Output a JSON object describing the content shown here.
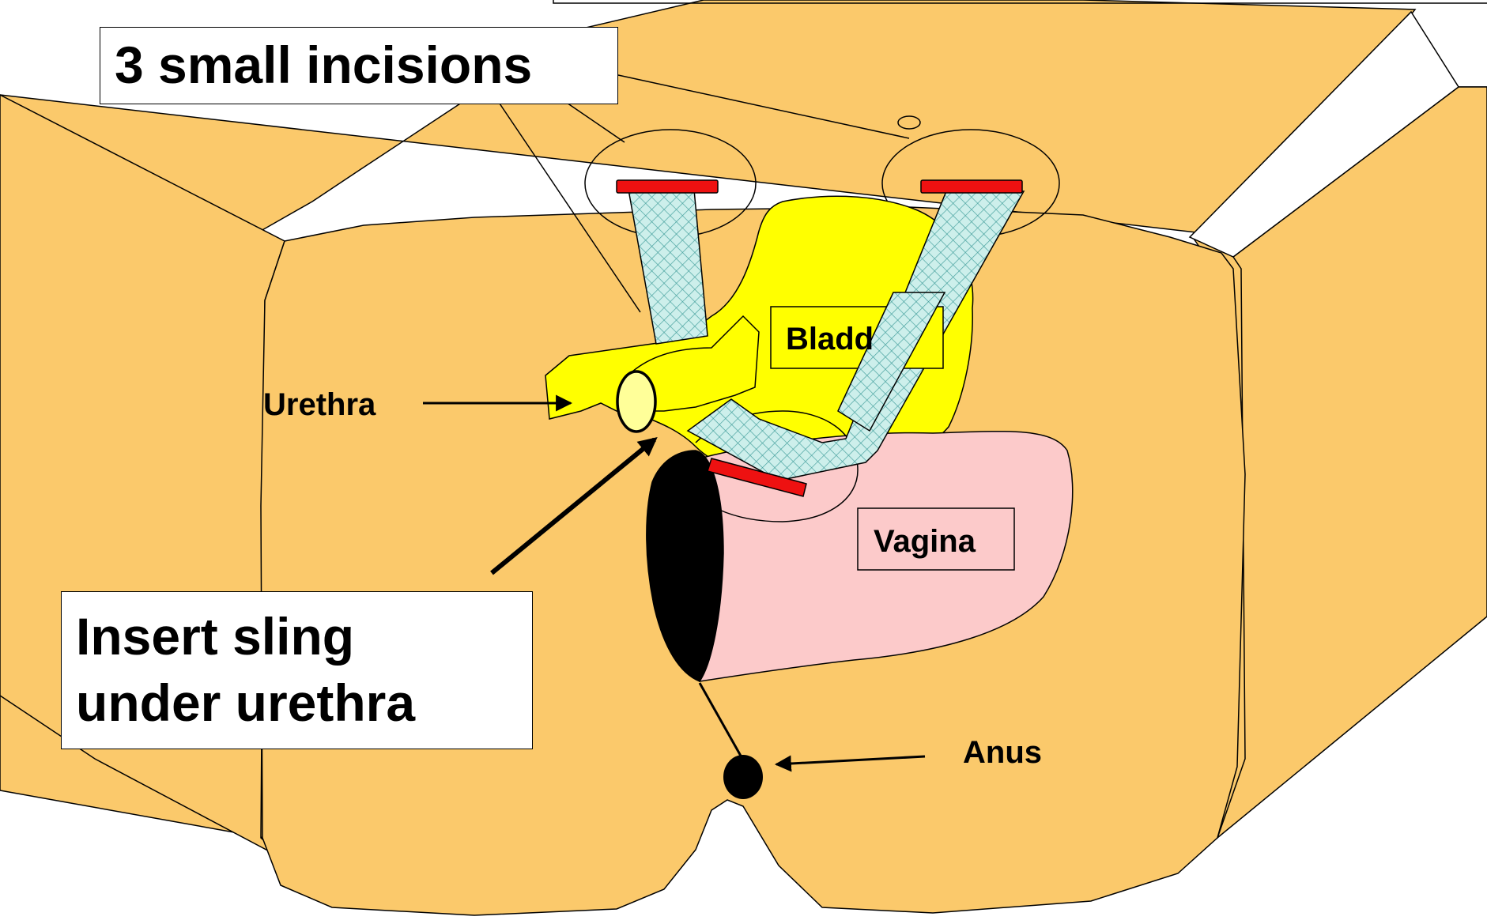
{
  "colors": {
    "skin": "#FBC96B",
    "bladder": "#FFFF00",
    "vagina": "#FCCACA",
    "mesh": "#CDEFEB",
    "incision_mark": "#EE1111",
    "urethra_opening": "#FFFF99",
    "outline": "#000000"
  },
  "callouts": {
    "incisions": "3 small incisions",
    "sling_line1": "Insert sling",
    "sling_line2": "under urethra"
  },
  "labels": {
    "bladder": "Bladder",
    "urethra": "Urethra",
    "vagina": "Vagina",
    "anus": "Anus"
  }
}
